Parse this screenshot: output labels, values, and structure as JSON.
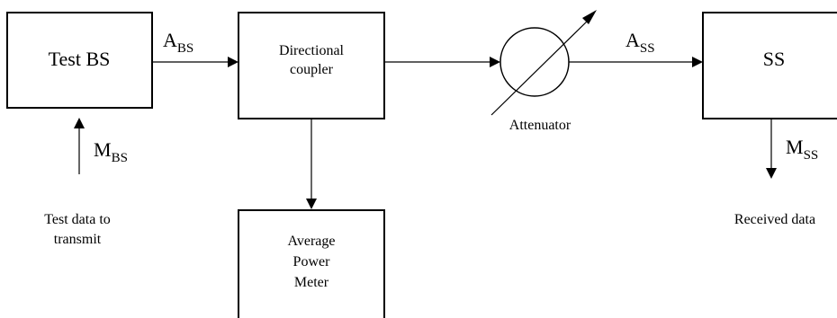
{
  "blocks": {
    "test_bs": "Test BS",
    "coupler": [
      "Directional",
      "coupler"
    ],
    "attenuator": "Attenuator",
    "ss": "SS",
    "power_meter": [
      "Average",
      "Power",
      "Meter"
    ]
  },
  "signals": {
    "a_bs": {
      "base": "A",
      "sub": "BS"
    },
    "a_ss": {
      "base": "A",
      "sub": "SS"
    },
    "m_bs": {
      "base": "M",
      "sub": "BS"
    },
    "m_ss": {
      "base": "M",
      "sub": "SS"
    }
  },
  "notes": {
    "test_data": [
      "Test data to",
      "transmit"
    ],
    "received": "Received data"
  },
  "colors": {
    "stroke": "#000000",
    "background": "#ffffff"
  }
}
